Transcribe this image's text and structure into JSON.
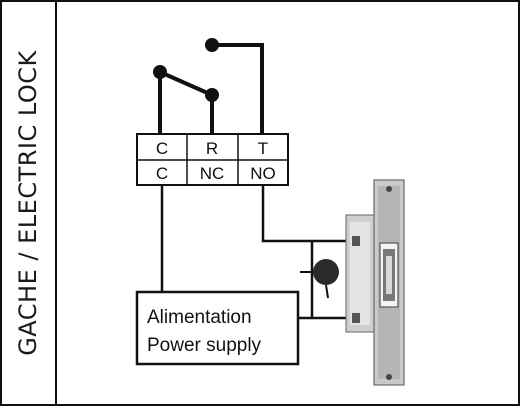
{
  "title": "GACHE / ELECTRIC LOCK",
  "terminals": {
    "top": [
      "C",
      "R",
      "T"
    ],
    "bottom": [
      "C",
      "NC",
      "NO"
    ]
  },
  "power_supply": {
    "line1": "Alimentation",
    "line2": "Power supply"
  }
}
